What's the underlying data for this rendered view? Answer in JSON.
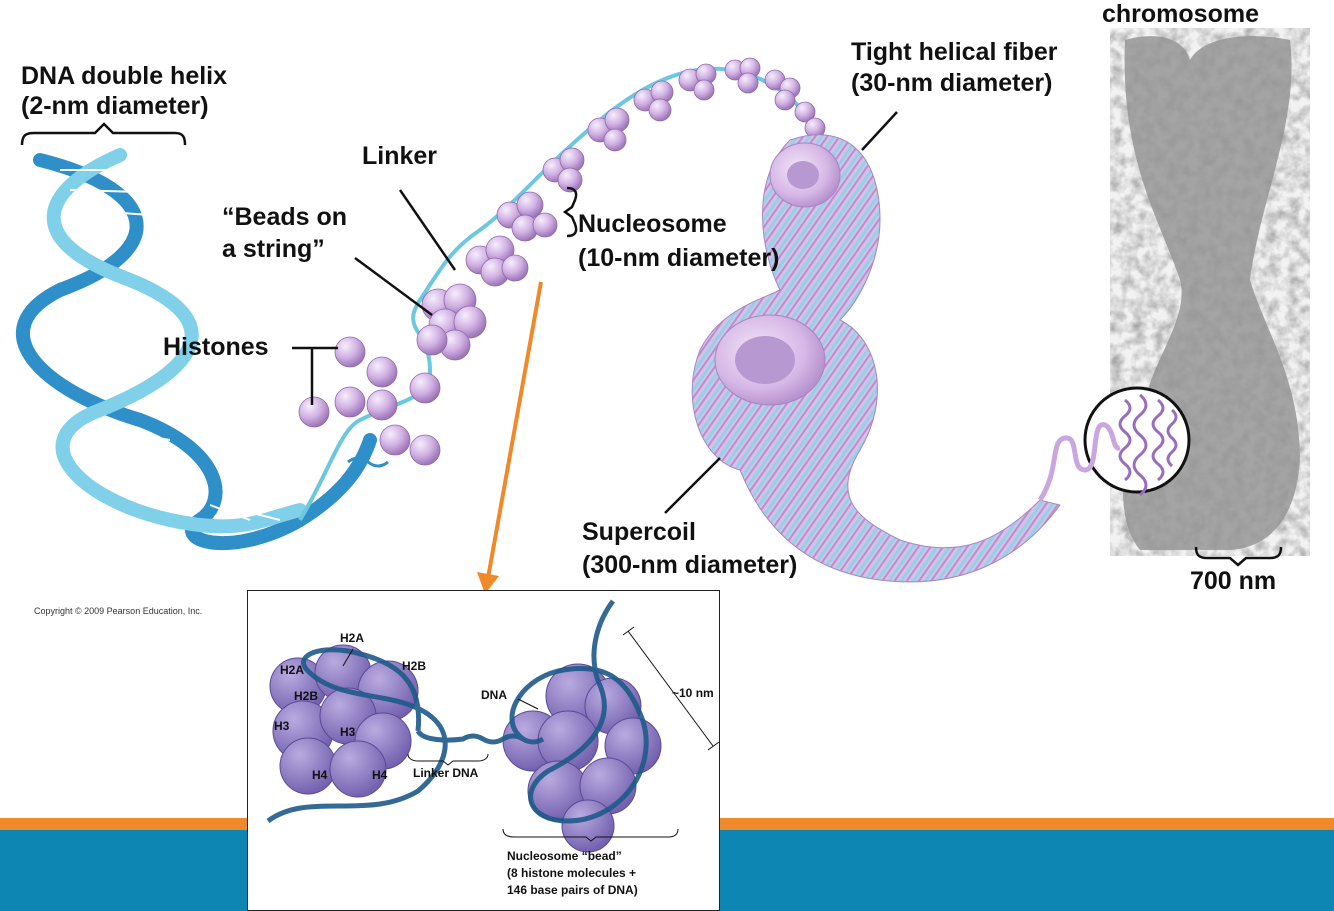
{
  "labels": {
    "chromosome": "chromosome",
    "dna_helix_line1": "DNA double helix",
    "dna_helix_line2": "(2-nm diameter)",
    "tight_fiber_line1": "Tight helical fiber",
    "tight_fiber_line2": "(30-nm diameter)",
    "linker": "Linker",
    "beads_line1": "“Beads on",
    "beads_line2": "a string”",
    "nucleosome_line1": "Nucleosome",
    "nucleosome_line2": "(10-nm diameter)",
    "histones": "Histones",
    "supercoil_line1": "Supercoil",
    "supercoil_line2": "(300-nm diameter)",
    "scale_700": "700 nm",
    "copyright": "Copyright © 2009 Pearson Education, Inc."
  },
  "inset": {
    "h2a_top": "H2A",
    "h2a_left": "H2A",
    "h2b_right": "H2B",
    "h2b_left": "H2B",
    "h3_left": "H3",
    "h3_mid": "H3",
    "h4_left": "H4",
    "h4_right": "H4",
    "linker_dna": "Linker DNA",
    "dna": "DNA",
    "size": "~10 nm",
    "bead_line1": "Nucleosome “bead”",
    "bead_line2": "(8 histone molecules +",
    "bead_line3": "146 base pairs of DNA)"
  },
  "colors": {
    "dna_blue": "#2f8fc8",
    "dna_light": "#7fd0e8",
    "histone_purple": "#c8a6dc",
    "inset_histone": "#8a78c0",
    "chromosome_gray": "#6b6b6b",
    "orange": "#f0892a",
    "teal_band": "#0e86b4"
  }
}
